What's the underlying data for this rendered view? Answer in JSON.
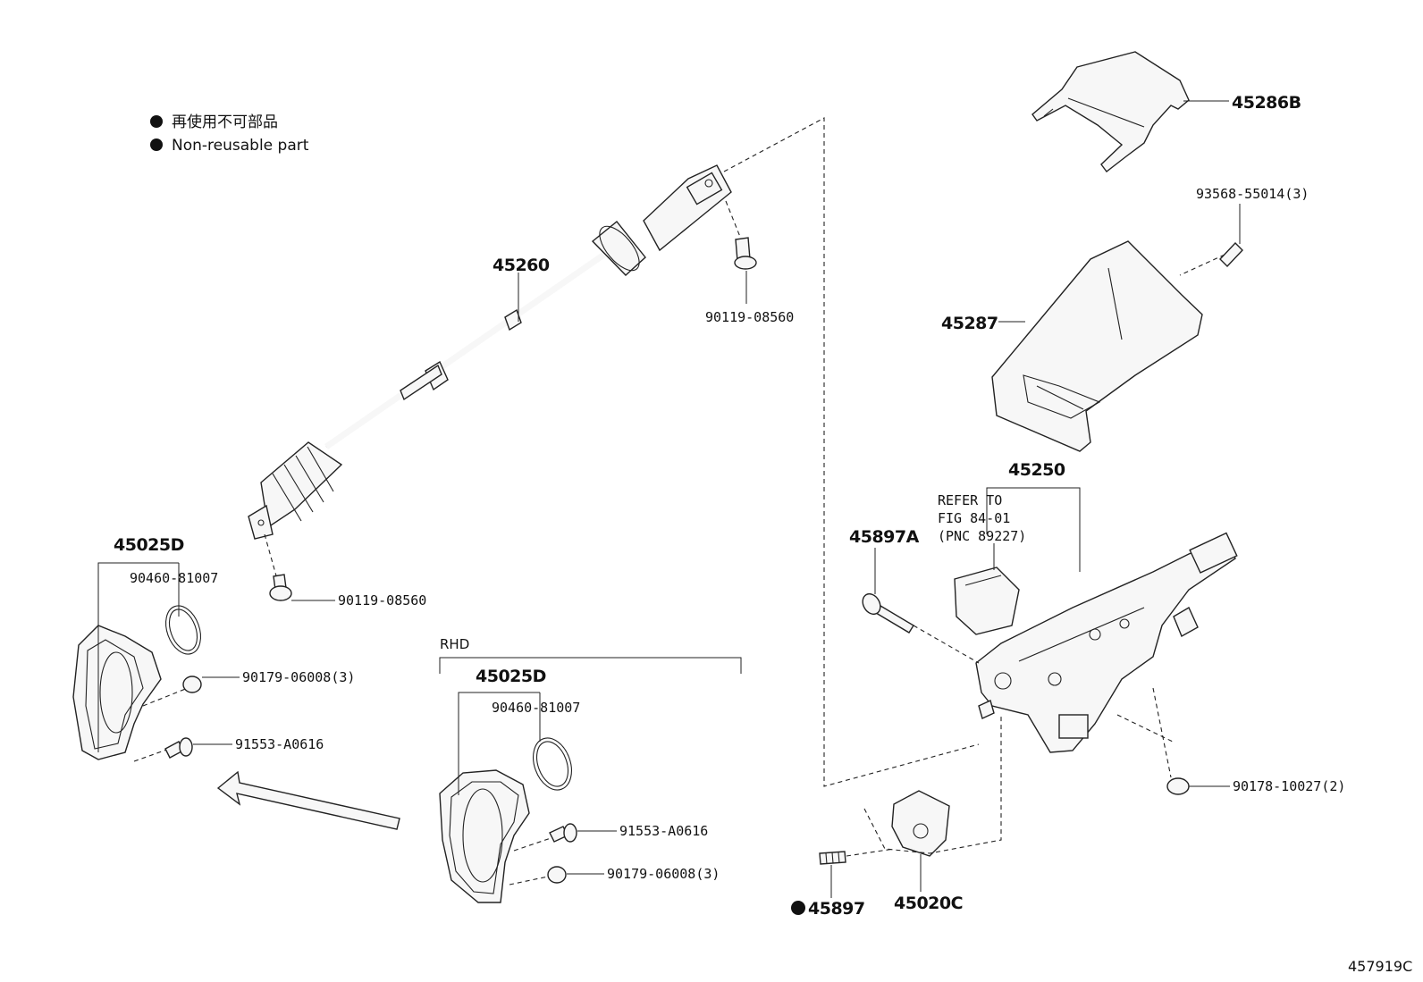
{
  "legend": {
    "line_ja": "再使用不可部品",
    "line_en": "Non-reusable part"
  },
  "labels": {
    "p45286B": "45286B",
    "p93568": "93568-55014(3)",
    "p45287": "45287",
    "p45260": "45260",
    "p90119_top": "90119-08560",
    "p90119_bottom": "90119-08560",
    "p45250": "45250",
    "refer_1": "REFER TO",
    "refer_2": "FIG 84-01",
    "refer_3": "(PNC 89227)",
    "p45897A": "45897A",
    "p45025D_left": "45025D",
    "p90460_left": "90460-81007",
    "p90179_left": "90179-06008(3)",
    "p91553_left": "91553-A0616",
    "rhd": "RHD",
    "p45025D_rhd": "45025D",
    "p90460_rhd": "90460-81007",
    "p91553_rhd": "91553-A0616",
    "p90179_rhd": "90179-06008(3)",
    "p90178": "90178-10027(2)",
    "p45897": "45897",
    "p45020C": "45020C",
    "figure_id": "457919C"
  }
}
